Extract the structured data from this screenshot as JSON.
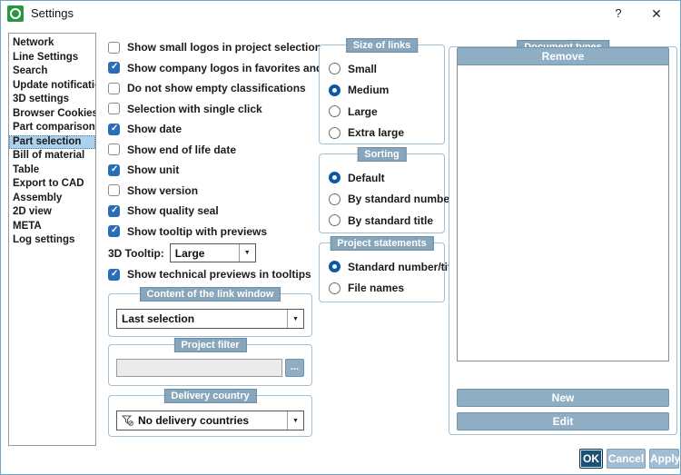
{
  "window": {
    "title": "Settings",
    "help_label": "?",
    "close_label": "✕"
  },
  "sidebar": {
    "items": [
      {
        "label": "Network",
        "selected": false
      },
      {
        "label": "Line Settings",
        "selected": false
      },
      {
        "label": "Search",
        "selected": false
      },
      {
        "label": "Update notification",
        "selected": false
      },
      {
        "label": "3D settings",
        "selected": false
      },
      {
        "label": "Browser Cookies",
        "selected": false
      },
      {
        "label": "Part comparison",
        "selected": false
      },
      {
        "label": "Part selection",
        "selected": true
      },
      {
        "label": "Bill of material",
        "selected": false
      },
      {
        "label": "Table",
        "selected": false
      },
      {
        "label": "Export to CAD",
        "selected": false
      },
      {
        "label": "Assembly",
        "selected": false
      },
      {
        "label": "2D view",
        "selected": false
      },
      {
        "label": "META",
        "selected": false
      },
      {
        "label": "Log settings",
        "selected": false
      }
    ]
  },
  "main": {
    "checkboxes": [
      {
        "label": "Show small logos in project selection",
        "checked": false
      },
      {
        "label": "Show company logos in favorites and links",
        "checked": true
      },
      {
        "label": "Do not show empty classifications",
        "checked": false
      },
      {
        "label": "Selection with single click",
        "checked": false
      },
      {
        "label": "Show date",
        "checked": true
      },
      {
        "label": "Show end of life date",
        "checked": false
      },
      {
        "label": "Show unit",
        "checked": true
      },
      {
        "label": "Show version",
        "checked": false
      },
      {
        "label": "Show quality seal",
        "checked": true
      },
      {
        "label": "Show tooltip with previews",
        "checked": true
      }
    ],
    "tooltip_3d": {
      "label": "3D Tooltip:",
      "value": "Large"
    },
    "tech_previews_checkbox": {
      "label": "Show technical previews in tooltips",
      "checked": true
    },
    "link_window": {
      "title": "Content of the link window",
      "value": "Last selection"
    },
    "project_filter": {
      "title": "Project filter",
      "input_value": "",
      "browse_label": "..."
    },
    "delivery_country": {
      "title": "Delivery country",
      "value": "No delivery countries"
    },
    "size_of_links": {
      "title": "Size of links",
      "options": [
        {
          "label": "Small",
          "selected": false
        },
        {
          "label": "Medium",
          "selected": true
        },
        {
          "label": "Large",
          "selected": false
        },
        {
          "label": "Extra large",
          "selected": false
        }
      ]
    },
    "sorting": {
      "title": "Sorting",
      "options": [
        {
          "label": "Default",
          "selected": true
        },
        {
          "label": "By standard number",
          "selected": false
        },
        {
          "label": "By standard title",
          "selected": false
        }
      ]
    },
    "project_statements": {
      "title": "Project statements",
      "options": [
        {
          "label": "Standard number/title",
          "selected": true
        },
        {
          "label": "File names",
          "selected": false
        }
      ]
    },
    "document_types": {
      "title": "Document types",
      "items": [],
      "buttons": [
        "New",
        "Edit",
        "Remove"
      ]
    }
  },
  "footer": {
    "ok": "OK",
    "cancel": "Cancel",
    "apply": "Apply"
  },
  "colors": {
    "accent": "#2a6cb5",
    "group_header_bg": "#87a5bb",
    "panel_button_bg": "#8fadc3",
    "ok_bg": "#1d5172",
    "selection_bg": "#abd2ec",
    "app_icon_green": "#2b9640"
  }
}
